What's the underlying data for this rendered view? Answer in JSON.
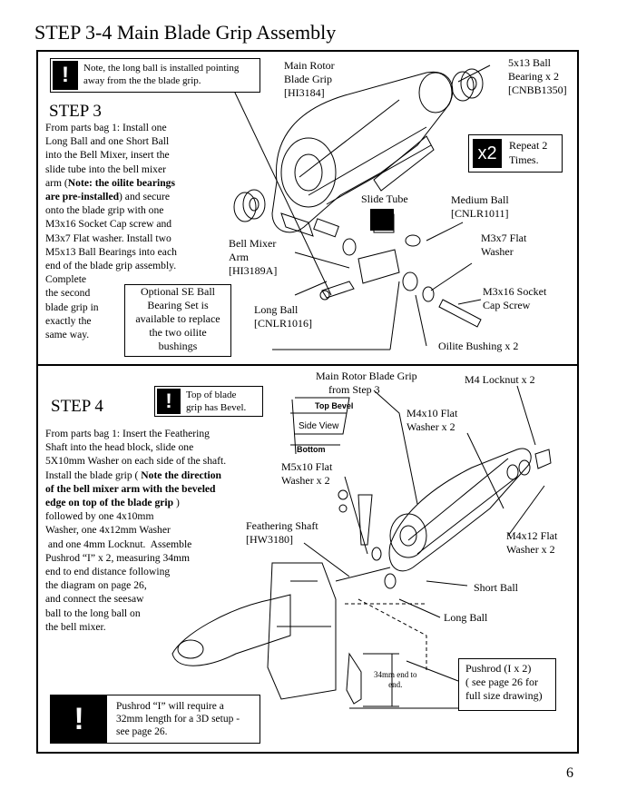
{
  "title": "STEP 3-4   Main Blade Grip Assembly",
  "page_number": "6",
  "step3": {
    "heading": "STEP 3",
    "note": [
      "Note, the long ball is installed pointing",
      "away from the the blade grip."
    ],
    "instructions": {
      "l1": "From parts bag 1: Install one",
      "l2": "Long Ball and one Short Ball",
      "l3": "into the Bell Mixer, insert the",
      "l4": "slide tube into the bell mixer",
      "l5a": "arm (",
      "l5b": "Note:  the oilite bearings",
      "l6": "are pre-installed",
      "l6b": ") and secure",
      "l7": "onto the blade grip with one",
      "l8": "M3x16 Socket Cap screw and",
      "l9": "M3x7 Flat washer.  Install two",
      "l10": "M5x13 Ball Bearings into each",
      "l11": "end of the blade grip assembly.",
      "l12": "Complete",
      "l13": "the second",
      "l14": "blade grip in",
      "l15": "exactly the",
      "l16": "same way."
    },
    "optional_note": [
      "Optional  SE Ball",
      "Bearing Set is",
      "available to replace",
      "the two oilite",
      "bushings"
    ],
    "repeat": {
      "badge": "x2",
      "text": [
        "Repeat 2",
        "Times."
      ]
    },
    "labels": {
      "main_rotor_blade_grip": [
        "Main Rotor",
        "Blade Grip",
        "[HI3184]"
      ],
      "bearing": [
        "5x13 Ball",
        "Bearing x 2",
        "[CNBB1350]"
      ],
      "slide_tube": "Slide Tube",
      "medium_ball": [
        "Medium Ball",
        "[CNLR1011]"
      ],
      "flat_washer": [
        "M3x7 Flat",
        "Washer"
      ],
      "bell_mixer_arm": [
        "Bell Mixer",
        "Arm",
        "[HI3189A]"
      ],
      "socket_screw": [
        "M3x16 Socket",
        "Cap Screw"
      ],
      "long_ball": [
        "Long Ball",
        "[CNLR1016]"
      ],
      "oilite": "Oilite Bushing x 2"
    }
  },
  "step4": {
    "heading": "STEP 4",
    "bevel_note": [
      "Top of blade",
      "grip has Bevel."
    ],
    "bevel_diagram": {
      "top": "Top Bevel",
      "side": "Side View",
      "bottom": "Bottom"
    },
    "instructions": {
      "l1": "From parts bag 1: Insert the Feathering",
      "l2": "Shaft into the head block, slide one",
      "l3": "5X10mm Washer on each side of the shaft.",
      "l4a": "Install the blade grip ( ",
      "l4b": "Note the direction",
      "l5": "of the bell mixer arm  with the beveled",
      "l6": "edge on top of the blade grip",
      "l6b": " )",
      "l7": "followed by one 4x10mm",
      "l8": "Washer, one 4x12mm Washer",
      "l9": " and one 4mm Locknut.  Assemble",
      "l10": "Pushrod “I” x 2, measuring 34mm",
      "l11": "end to end distance following",
      "l12": "the diagram on page 26,",
      "l13": "and connect the seesaw",
      "l14": "ball to the long ball on",
      "l15": "the bell mixer."
    },
    "pushrod_note": [
      "Pushrod “I” will require a",
      "32mm length for a 3D setup -",
      "see page 26."
    ],
    "pushrod_box": [
      "Pushrod (I x 2)",
      "( see page 26 for",
      "full size drawing)"
    ],
    "labels": {
      "main_rotor_from_step3": [
        "Main Rotor Blade Grip",
        "from Step 3"
      ],
      "locknut": "M4 Locknut x 2",
      "m4x10": [
        "M4x10 Flat",
        "Washer x 2"
      ],
      "m5x10": [
        "M5x10 Flat",
        "Washer x 2"
      ],
      "feathering": [
        "Feathering Shaft",
        "[HW3180]"
      ],
      "m4x12": [
        "M4x12 Flat",
        "Washer x 2"
      ],
      "short_ball": "Short Ball",
      "long_ball": "Long Ball",
      "dimension": [
        "34mm end to",
        "end."
      ]
    }
  }
}
